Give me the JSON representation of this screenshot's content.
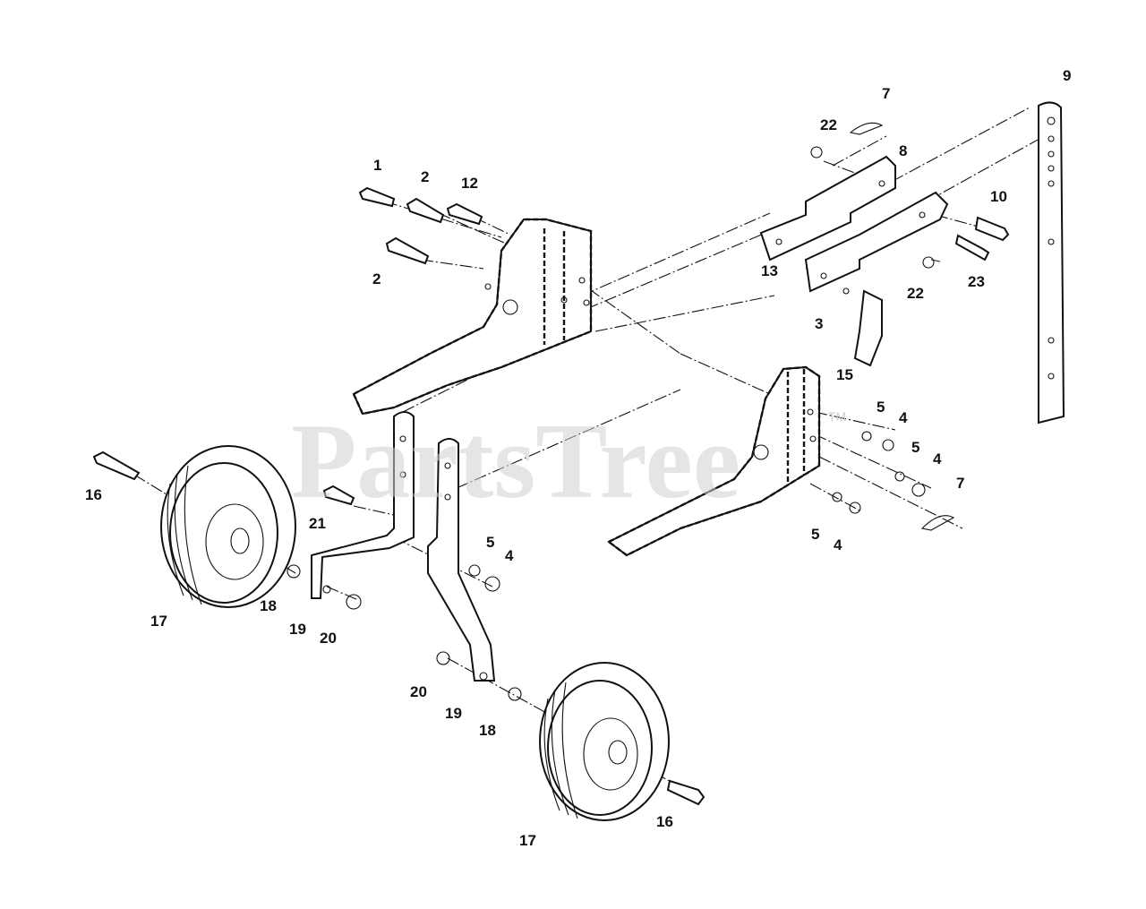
{
  "watermark": {
    "text": "PartsTree",
    "trademark": "TM"
  },
  "callouts": [
    {
      "id": "c1",
      "text": "1"
    },
    {
      "id": "c2a",
      "text": "2"
    },
    {
      "id": "c2b",
      "text": "2"
    },
    {
      "id": "c12",
      "text": "12"
    },
    {
      "id": "c7a",
      "text": "7"
    },
    {
      "id": "c22a",
      "text": "22"
    },
    {
      "id": "c8",
      "text": "8"
    },
    {
      "id": "c9",
      "text": "9"
    },
    {
      "id": "c10",
      "text": "10"
    },
    {
      "id": "c13",
      "text": "13"
    },
    {
      "id": "c22b",
      "text": "22"
    },
    {
      "id": "c23",
      "text": "23"
    },
    {
      "id": "c3",
      "text": "3"
    },
    {
      "id": "c15",
      "text": "15"
    },
    {
      "id": "c5a",
      "text": "5"
    },
    {
      "id": "c4a",
      "text": "4"
    },
    {
      "id": "c5b",
      "text": "5"
    },
    {
      "id": "c4b",
      "text": "4"
    },
    {
      "id": "c7b",
      "text": "7"
    },
    {
      "id": "c5c",
      "text": "5"
    },
    {
      "id": "c4c",
      "text": "4"
    },
    {
      "id": "c16a",
      "text": "16"
    },
    {
      "id": "c21",
      "text": "21"
    },
    {
      "id": "c5d",
      "text": "5"
    },
    {
      "id": "c4d",
      "text": "4"
    },
    {
      "id": "c17a",
      "text": "17"
    },
    {
      "id": "c18a",
      "text": "18"
    },
    {
      "id": "c19a",
      "text": "19"
    },
    {
      "id": "c20a",
      "text": "20"
    },
    {
      "id": "c20b",
      "text": "20"
    },
    {
      "id": "c19b",
      "text": "19"
    },
    {
      "id": "c18b",
      "text": "18"
    },
    {
      "id": "c16b",
      "text": "16"
    },
    {
      "id": "c17b",
      "text": "17"
    }
  ]
}
